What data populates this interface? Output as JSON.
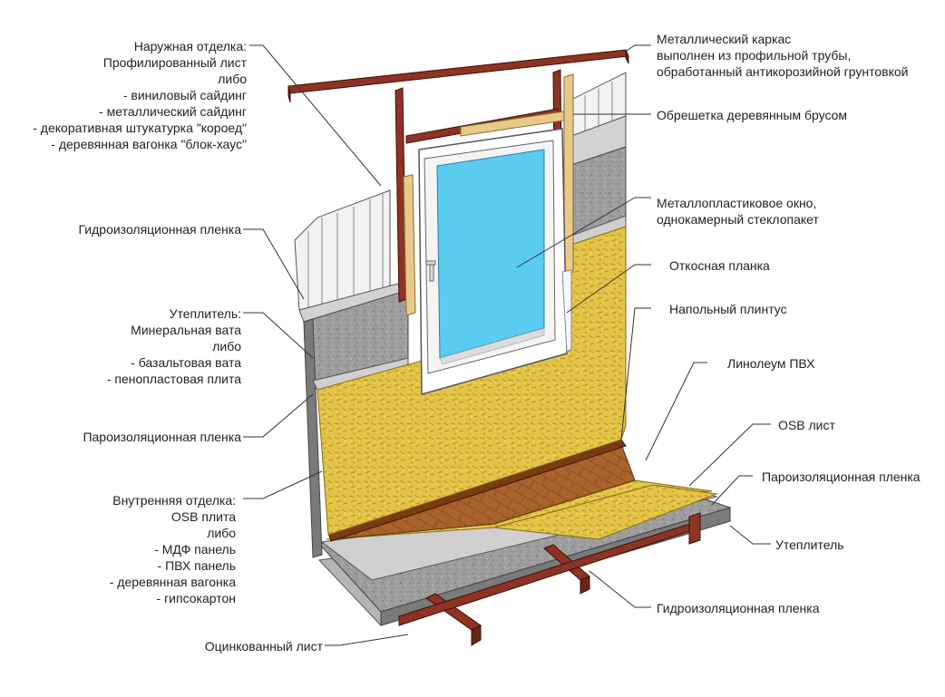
{
  "colors": {
    "steel": "#8e3324",
    "steel_dark": "#6a2418",
    "osb": "#e2c447",
    "osb_dark": "#c9a833",
    "insulation": "#9b9b9b",
    "membrane": "#c9c9c9",
    "siding": "#eeeeee",
    "wood": "#e9c98a",
    "glass": "#5ccbf0",
    "linoleum": "#a9642a",
    "frame": "#ffffff"
  },
  "labels": {
    "outer_finish": [
      "Наружная отделка:",
      "Профилированный лист",
      "либо",
      "- виниловый сайдинг",
      "- металлический сайдинг",
      "- декоративная штукатурка \"короед\"",
      "- деревянная вагонка \"блок-хаус\""
    ],
    "metal_frame": [
      "Металлический каркас",
      "выполнен из профильной трубы,",
      "обработанный антикорозийной грунтовкой"
    ],
    "battens": [
      "Обрешетка деревянным брусом"
    ],
    "waterproof_wall": [
      "Гидроизоляционная пленка"
    ],
    "window": [
      "Металлопластиковое окно,",
      "однокамерный стеклопакет"
    ],
    "slope_strip": [
      "Откосная планка"
    ],
    "insulation_wall": [
      "Утеплитель:",
      "Минеральная вата",
      "либо",
      "- базальтовая вата",
      "- пенопластовая плита"
    ],
    "skirting": [
      "Напольный плинтус"
    ],
    "linoleum": [
      "Линолеум ПВХ"
    ],
    "vapor_wall": [
      "Пароизоляционная пленка"
    ],
    "osb_floor": [
      "OSB лист"
    ],
    "inner_finish": [
      "Внутренняя отделка:",
      "OSB плита",
      "либо",
      "- МДФ панель",
      "- ПВХ панель",
      "- деревянная вагонка",
      "- гипсокартон"
    ],
    "vapor_floor": [
      "Пароизоляционная пленка"
    ],
    "insulation_floor": [
      "Утеплитель"
    ],
    "waterproof_floor": [
      "Гидроизоляционная пленка"
    ],
    "galvanized": [
      "Оцинкованный лист"
    ]
  }
}
